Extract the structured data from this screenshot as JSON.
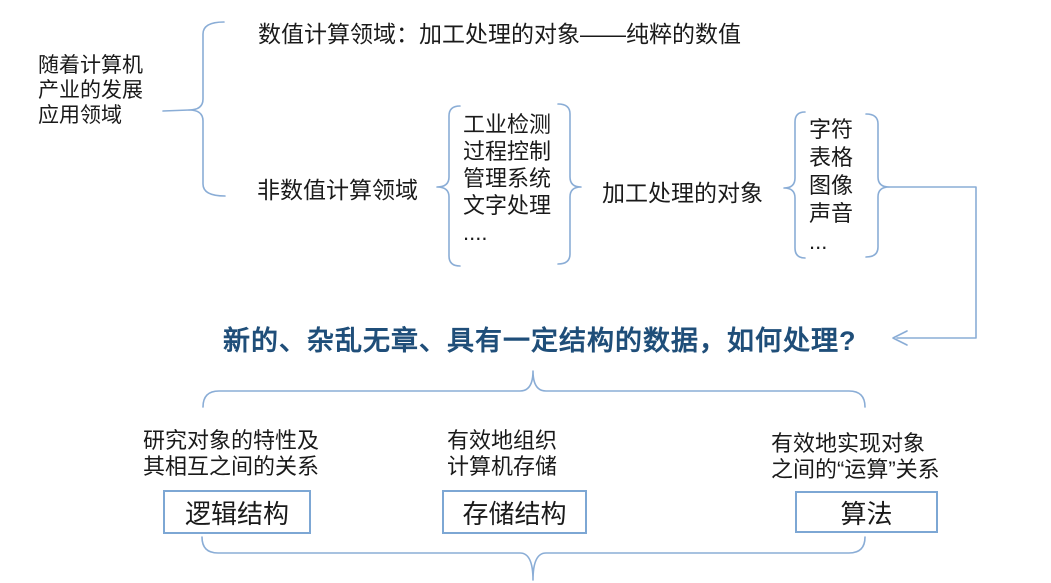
{
  "colors": {
    "connector_blue": "#8aadd6",
    "headline_blue": "#1f4e79",
    "box_border_blue": "#7da7d4",
    "text_black": "#1a1a1a"
  },
  "tree": {
    "root": [
      "随着计算机",
      "产业的发展",
      "应用领域"
    ],
    "numeric_branch": "数值计算领域：加工处理的对象——纯粹的数值",
    "non_numeric_branch": {
      "label": "非数值计算领域",
      "fields": [
        "工业检测",
        "过程控制",
        "管理系统",
        "文字处理",
        "...."
      ],
      "object_label": "加工处理的对象",
      "object_kinds": [
        "字符",
        "表格",
        "图像",
        "声音",
        "..."
      ]
    }
  },
  "question": "新的、杂乱无章、具有一定结构的数据，如何处理?",
  "aspects": [
    {
      "description": [
        "研究对象的特性及",
        "其相互之间的关系"
      ],
      "term": "逻辑结构"
    },
    {
      "description": [
        "有效地组织",
        "计算机存储"
      ],
      "term": "存储结构"
    },
    {
      "description": [
        "有效地实现对象",
        "之间的“运算”关系"
      ],
      "term": "算法"
    }
  ]
}
